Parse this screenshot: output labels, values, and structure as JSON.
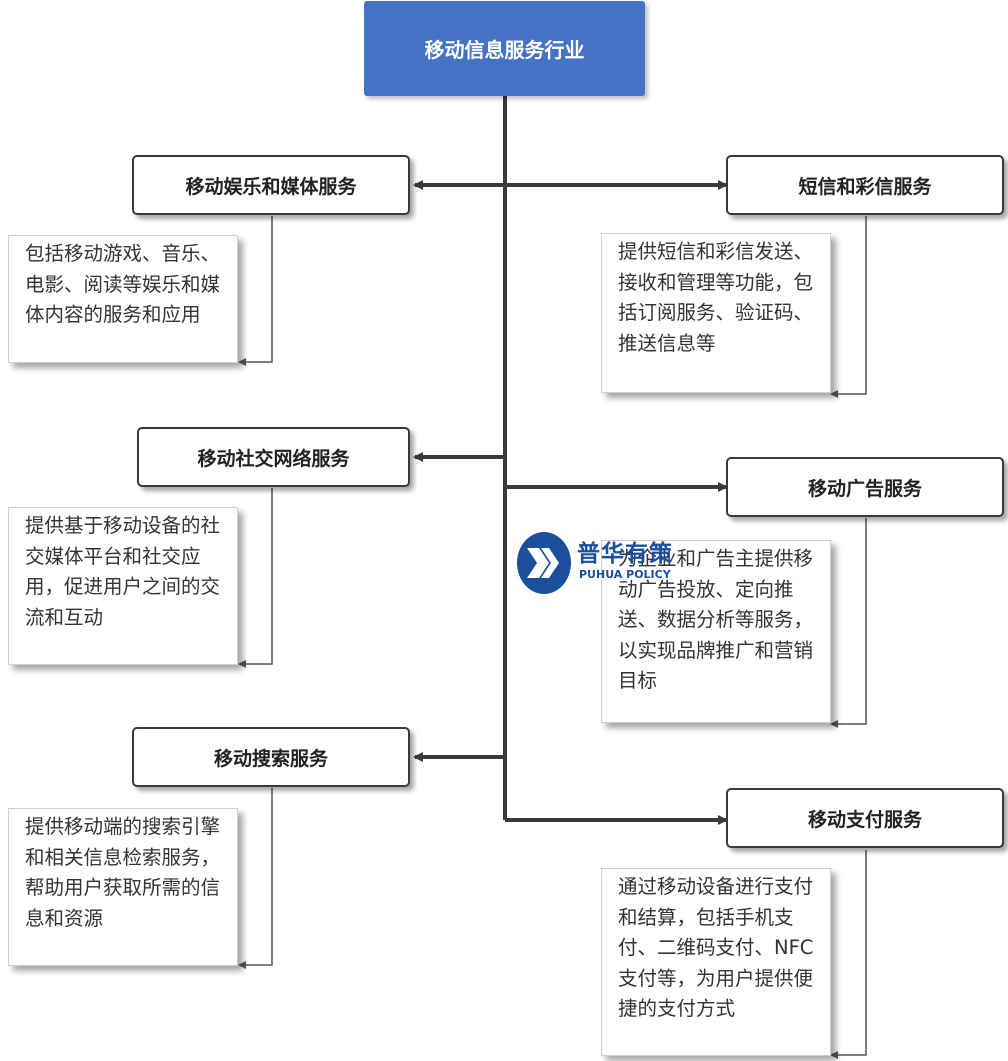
{
  "root": {
    "title": "移动信息服务行业"
  },
  "services": {
    "entertainment": {
      "title": "移动娱乐和媒体服务",
      "description": "包括移动游戏、音乐、电影、阅读等娱乐和媒体内容的服务和应用"
    },
    "sms": {
      "title": "短信和彩信服务",
      "description": "提供短信和彩信发送、接收和管理等功能，包括订阅服务、验证码、推送信息等"
    },
    "social": {
      "title": "移动社交网络服务",
      "description": "提供基于移动设备的社交媒体平台和社交应用，促进用户之间的交流和互动"
    },
    "advertising": {
      "title": "移动广告服务",
      "description": "为企业和广告主提供移动广告投放、定向推送、数据分析等服务，以实现品牌推广和营销目标"
    },
    "search": {
      "title": "移动搜索服务",
      "description": "提供移动端的搜索引擎和相关信息检索服务，帮助用户获取所需的信息和资源"
    },
    "payment": {
      "title": "移动支付服务",
      "description": "通过移动设备进行支付和结算，包括手机支付、二维码支付、NFC支付等，为用户提供便捷的支付方式"
    }
  },
  "watermark": {
    "name_cn": "普华有策",
    "name_en": "PUHUA POLICY",
    "brand_color": "#1b4f9c"
  },
  "colors": {
    "root_fill": "#4472c4",
    "connector": "#3a3a3a"
  }
}
